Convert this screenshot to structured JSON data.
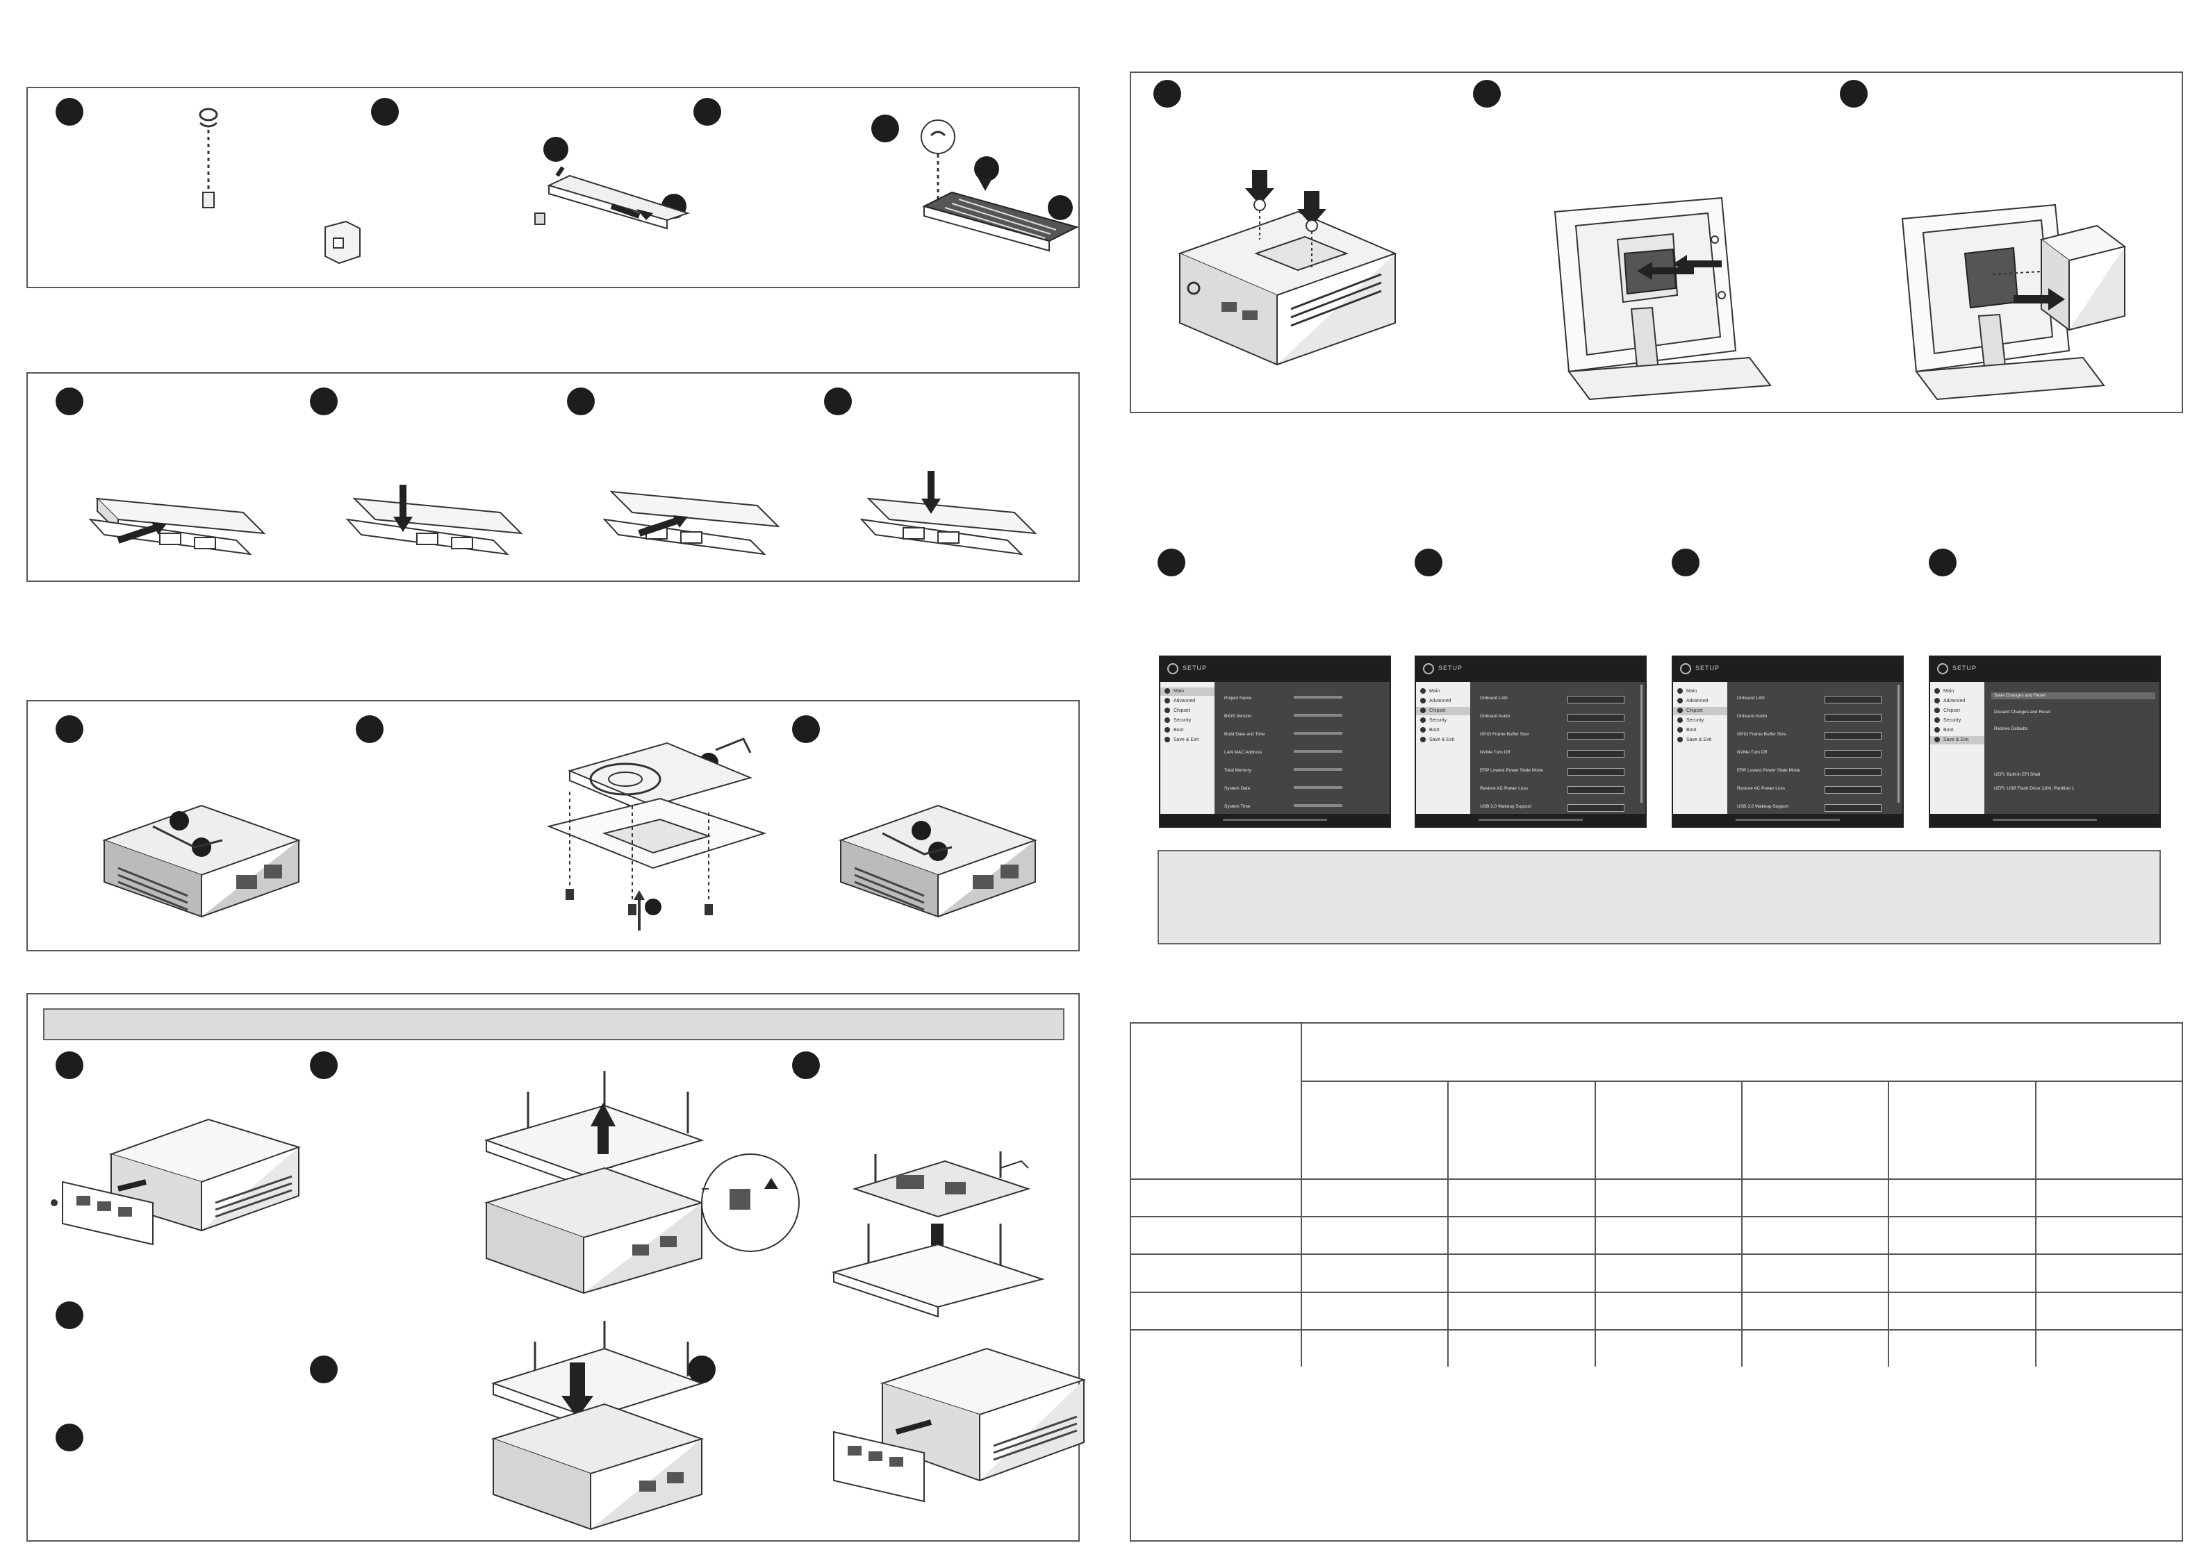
{
  "bios_screens": [
    {
      "title": "SETUP",
      "menu": [
        "Main",
        "Advanced",
        "Chipset",
        "Security",
        "Boot",
        "Save & Exit"
      ],
      "selected": 0,
      "items": [
        {
          "label": "Project Name",
          "field": false
        },
        {
          "label": "BIOS Version",
          "field": false
        },
        {
          "label": "Build Date and Time",
          "field": false
        },
        {
          "label": "LAN MAC Address",
          "field": false
        },
        {
          "label": "Total Memory",
          "field": false
        },
        {
          "label": "System Date",
          "field": false
        },
        {
          "label": "System Time",
          "field": false
        }
      ]
    },
    {
      "title": "SETUP",
      "menu": [
        "Main",
        "Advanced",
        "Chipset",
        "Security",
        "Boot",
        "Save & Exit"
      ],
      "selected": 2,
      "items": [
        {
          "label": "Onboard LAN",
          "field": true
        },
        {
          "label": "Onboard Audio",
          "field": true
        },
        {
          "label": "GPIO Frame Buffer Size",
          "field": true
        },
        {
          "label": "NVMe Turn Off",
          "field": true
        },
        {
          "label": "ERP Lowest Power State Mode",
          "field": true
        },
        {
          "label": "Restore AC Power Loss",
          "field": true
        },
        {
          "label": "USB 3.0 Wakeup Support",
          "field": true
        }
      ]
    },
    {
      "title": "SETUP",
      "menu": [
        "Main",
        "Advanced",
        "Chipset",
        "Security",
        "Boot",
        "Save & Exit"
      ],
      "selected": 2,
      "items": [
        {
          "label": "Onboard LAN",
          "field": true
        },
        {
          "label": "Onboard Audio",
          "field": true
        },
        {
          "label": "GPIO Frame Buffer Size",
          "field": true
        },
        {
          "label": "NVMe Turn Off",
          "field": true
        },
        {
          "label": "ERP Lowest Power State Mode",
          "field": true
        },
        {
          "label": "Restore AC Power Loss",
          "field": true
        },
        {
          "label": "USB 3.0 Wakeup Support",
          "field": true
        }
      ]
    },
    {
      "title": "SETUP",
      "menu": [
        "Main",
        "Advanced",
        "Chipset",
        "Security",
        "Boot",
        "Save & Exit"
      ],
      "selected": 5,
      "items": [
        {
          "label": "Save Changes and Reset",
          "field": false
        },
        {
          "label": "Discard Changes and Reset",
          "field": false
        },
        {
          "label": "Restore Defaults",
          "field": false
        },
        {
          "label": "UEFI: Built-in EFI Shell",
          "field": false
        },
        {
          "label": "UEFI: USB Flash Drive 1100, Partition 1",
          "field": false
        }
      ]
    }
  ]
}
